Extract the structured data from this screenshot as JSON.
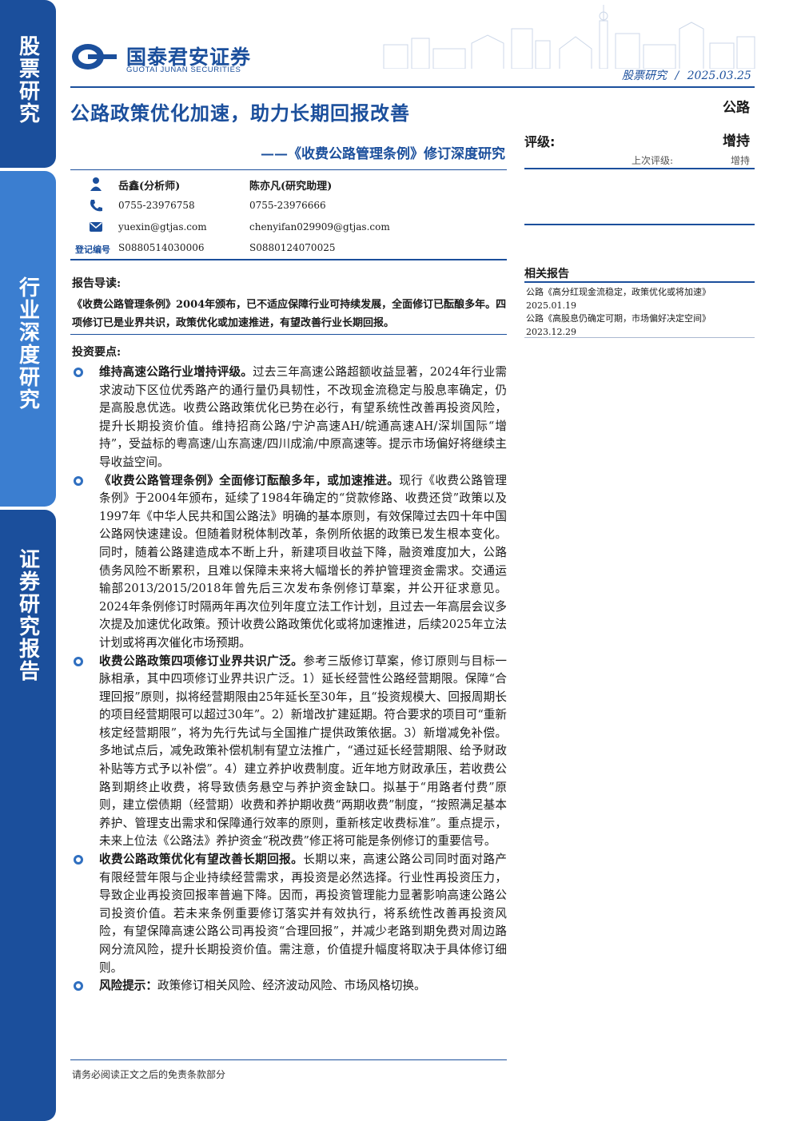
{
  "sidebar": {
    "tab1": "股票研究",
    "tab2": "行业深度研究",
    "tab3": "证券研究报告"
  },
  "header": {
    "logo_cn": "国泰君安证券",
    "logo_en": "GUOTAI JUNAN SECURITIES",
    "category": "股票研究",
    "date": "2025.03.25"
  },
  "title": "公路政策优化加速，助力长期回报改善",
  "subtitle": "——《收费公路管理条例》修订深度研究",
  "industry": "公路",
  "rating": {
    "label": "评级:",
    "value": "增持",
    "prev_label": "上次评级:",
    "prev_value": "增持"
  },
  "authors": [
    {
      "name": "岳鑫(分析师)",
      "phone": "0755-23976758",
      "email": "yuexin@gtjas.com",
      "reg": "S0880514030006"
    },
    {
      "name": "陈亦凡(研究助理)",
      "phone": "0755-23976666",
      "email": "chenyifan029909@gtjas.com",
      "reg": "S0880124070025"
    }
  ],
  "reg_label": "登记编号",
  "intro": {
    "heading": "报告导读:",
    "text": "《收费公路管理条例》2004年颁布，已不适应保障行业可持续发展，全面修订已酝酿多年。四项修订已是业界共识，政策优化或加速推进，有望改善行业长期回报。"
  },
  "points": {
    "heading": "投资要点:",
    "items": [
      {
        "bold": "维持高速公路行业增持评级。",
        "text": "过去三年高速公路超额收益显著，2024年行业需求波动下区位优秀路产的通行量仍具韧性，不改现金流稳定与股息率确定，仍是高股息优选。收费公路政策优化已势在必行，有望系统性改善再投资风险，提升长期投资价值。维持招商公路/宁沪高速AH/皖通高速AH/深圳国际“增持”，受益标的粤高速/山东高速/四川成渝/中原高速等。提示市场偏好将继续主导收益空间。"
      },
      {
        "bold": "《收费公路管理条例》全面修订酝酿多年，或加速推进。",
        "text": "现行《收费公路管理条例》于2004年颁布，延续了1984年确定的“贷款修路、收费还贷”政策以及1997年《中华人民共和国公路法》明确的基本原则，有效保障过去四十年中国公路网快速建设。但随着财税体制改革，条例所依据的政策已发生根本变化。同时，随着公路建造成本不断上升，新建项目收益下降，融资难度加大，公路债务风险不断累积，且难以保障未来将大幅增长的养护管理资金需求。交通运输部2013/2015/2018年曾先后三次发布条例修订草案，并公开征求意见。2024年条例修订时隔两年再次位列年度立法工作计划，且过去一年高层会议多次提及加速优化政策。预计收费公路政策优化或将加速推进，后续2025年立法计划或将再次催化市场预期。"
      },
      {
        "bold": "收费公路政策四项修订业界共识广泛。",
        "text": "参考三版修订草案，修订原则与目标一脉相承，其中四项修订业界共识广泛。1）延长经营性公路经营期限。保障“合理回报”原则，拟将经营期限由25年延长至30年，且“投资规模大、回报周期长的项目经营期限可以超过30年”。2）新增改扩建延期。符合要求的项目可“重新核定经营期限”，将为先行先试与全国推广提供政策依据。3）新增减免补偿。多地试点后，减免政策补偿机制有望立法推广，“通过延长经营期限、给予财政补贴等方式予以补偿”。4）建立养护收费制度。近年地方财政承压，若收费公路到期终止收费，将导致债务悬空与养护资金缺口。拟基于“用路者付费”原则，建立偿债期（经营期）收费和养护期收费“两期收费”制度，“按照满足基本养护、管理支出需求和保障通行效率的原则，重新核定收费标准”。重点提示，未来上位法《公路法》养护资金“税改费”修正将可能是条例修订的重要信号。"
      },
      {
        "bold": "收费公路政策优化有望改善长期回报。",
        "text": "长期以来，高速公路公司同时面对路产有限经营年限与企业持续经营需求，再投资是必然选择。行业性再投资压力，导致企业再投资回报率普遍下降。因而，再投资管理能力显著影响高速公路公司投资价值。若未来条例重要修订落实并有效执行，将系统性改善再投资风险，有望保障高速公路公司再投资“合理回报”，并减少老路到期免费对周边路网分流风险，提升长期投资价值。需注意，价值提升幅度将取决于具体修订细则。"
      },
      {
        "bold": "风险提示：",
        "text": "政策修订相关风险、经济波动风险、市场风格切换。"
      }
    ]
  },
  "related": {
    "heading": "相关报告",
    "items": [
      {
        "title": "公路《高分红现金流稳定，政策优化或将加速》",
        "date": "2025.01.19"
      },
      {
        "title": "公路《高股息仍确定可期，市场偏好决定空间》",
        "date": "2023.12.29"
      }
    ]
  },
  "footer": "请务必阅读正文之后的免责条款部分",
  "colors": {
    "brand": "#1b4f9c",
    "accent": "#2f6fc0"
  }
}
